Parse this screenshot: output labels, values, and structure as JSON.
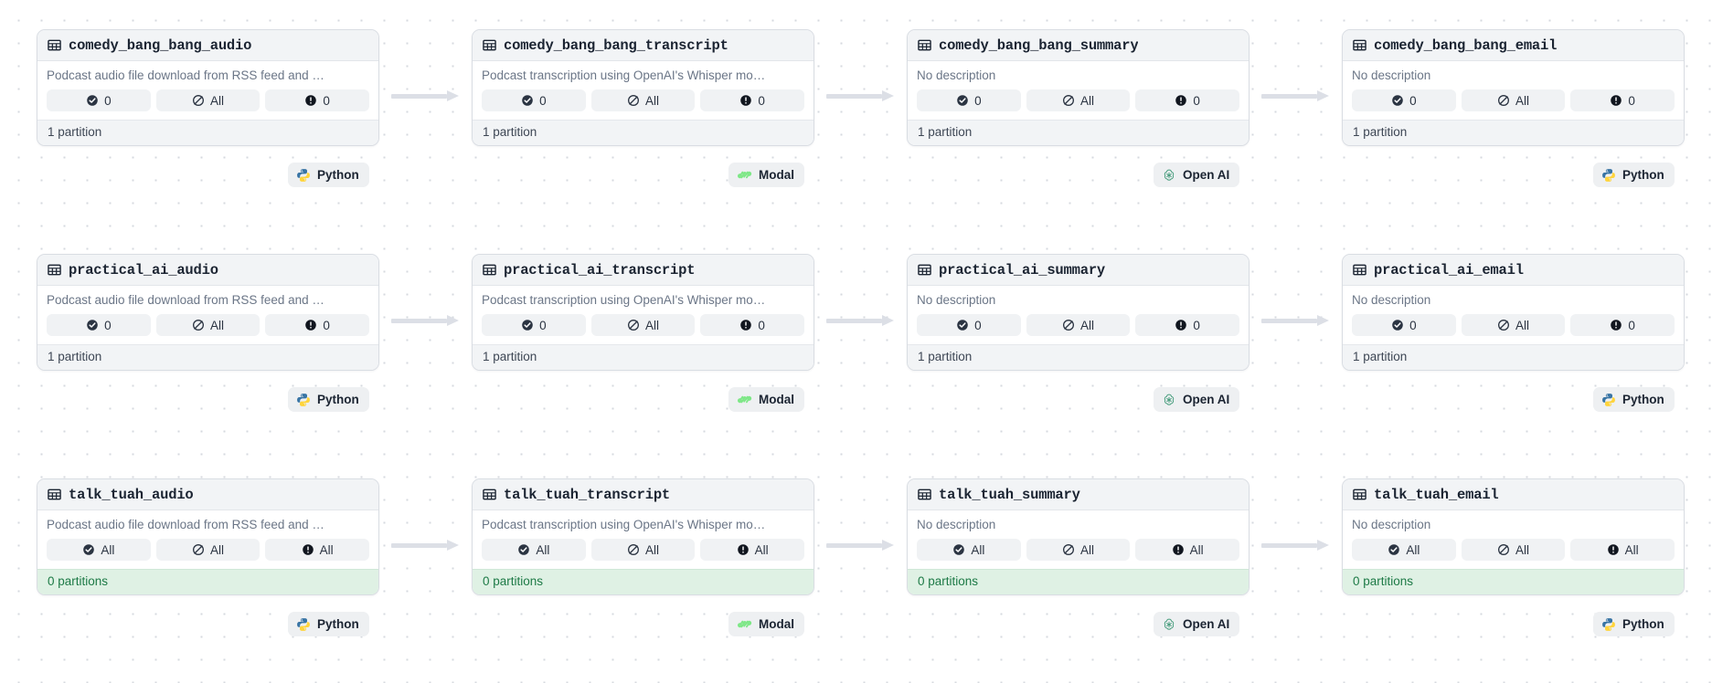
{
  "canvas": {
    "background": "#ffffff",
    "dot_color": "#d6d9df",
    "arrow_color": "#dcdfe6"
  },
  "labels": {
    "no_description": "No description",
    "audio_description": "Podcast audio file download from RSS feed and …",
    "transcript_description": "Podcast transcription using OpenAI's Whisper mo…",
    "partition_singular": "1 partition",
    "partition_zero": "0 partitions",
    "count_zero": "0",
    "count_all": "All"
  },
  "tech": {
    "python": "Python",
    "modal": "Modal",
    "openai": "Open AI"
  },
  "colors": {
    "stale_footer_bg": "#dff1e4",
    "stale_footer_text": "#1d7a46",
    "header_bg": "#f2f4f6",
    "badge_bg": "#f0f2f4",
    "python_blue": "#3874a4",
    "python_yellow": "#ffd43b",
    "modal_green": "#7ee787",
    "openai_green": "#4a9e7f"
  },
  "rows": [
    {
      "id": "comedy_bang_bang",
      "stale": false,
      "assets": [
        {
          "name": "comedy_bang_bang_audio",
          "description": "Podcast audio file download from RSS feed and …",
          "badges": [
            {
              "icon": "check-circle-icon",
              "value": "0"
            },
            {
              "icon": "no-entry-icon",
              "value": "All"
            },
            {
              "icon": "alert-circle-icon",
              "value": "0"
            }
          ],
          "footer": "1 partition",
          "tech": {
            "label": "Python",
            "icon": "python-icon"
          }
        },
        {
          "name": "comedy_bang_bang_transcript",
          "description": "Podcast transcription using OpenAI's Whisper mo…",
          "badges": [
            {
              "icon": "check-circle-icon",
              "value": "0"
            },
            {
              "icon": "no-entry-icon",
              "value": "All"
            },
            {
              "icon": "alert-circle-icon",
              "value": "0"
            }
          ],
          "footer": "1 partition",
          "tech": {
            "label": "Modal",
            "icon": "modal-icon"
          }
        },
        {
          "name": "comedy_bang_bang_summary",
          "description": "No description",
          "badges": [
            {
              "icon": "check-circle-icon",
              "value": "0"
            },
            {
              "icon": "no-entry-icon",
              "value": "All"
            },
            {
              "icon": "alert-circle-icon",
              "value": "0"
            }
          ],
          "footer": "1 partition",
          "tech": {
            "label": "Open AI",
            "icon": "openai-icon"
          }
        },
        {
          "name": "comedy_bang_bang_email",
          "description": "No description",
          "badges": [
            {
              "icon": "check-circle-icon",
              "value": "0"
            },
            {
              "icon": "no-entry-icon",
              "value": "All"
            },
            {
              "icon": "alert-circle-icon",
              "value": "0"
            }
          ],
          "footer": "1 partition",
          "tech": {
            "label": "Python",
            "icon": "python-icon"
          }
        }
      ]
    },
    {
      "id": "practical_ai",
      "stale": false,
      "assets": [
        {
          "name": "practical_ai_audio",
          "description": "Podcast audio file download from RSS feed and …",
          "badges": [
            {
              "icon": "check-circle-icon",
              "value": "0"
            },
            {
              "icon": "no-entry-icon",
              "value": "All"
            },
            {
              "icon": "alert-circle-icon",
              "value": "0"
            }
          ],
          "footer": "1 partition",
          "tech": {
            "label": "Python",
            "icon": "python-icon"
          }
        },
        {
          "name": "practical_ai_transcript",
          "description": "Podcast transcription using OpenAI's Whisper mo…",
          "badges": [
            {
              "icon": "check-circle-icon",
              "value": "0"
            },
            {
              "icon": "no-entry-icon",
              "value": "All"
            },
            {
              "icon": "alert-circle-icon",
              "value": "0"
            }
          ],
          "footer": "1 partition",
          "tech": {
            "label": "Modal",
            "icon": "modal-icon"
          }
        },
        {
          "name": "practical_ai_summary",
          "description": "No description",
          "badges": [
            {
              "icon": "check-circle-icon",
              "value": "0"
            },
            {
              "icon": "no-entry-icon",
              "value": "All"
            },
            {
              "icon": "alert-circle-icon",
              "value": "0"
            }
          ],
          "footer": "1 partition",
          "tech": {
            "label": "Open AI",
            "icon": "openai-icon"
          }
        },
        {
          "name": "practical_ai_email",
          "description": "No description",
          "badges": [
            {
              "icon": "check-circle-icon",
              "value": "0"
            },
            {
              "icon": "no-entry-icon",
              "value": "All"
            },
            {
              "icon": "alert-circle-icon",
              "value": "0"
            }
          ],
          "footer": "1 partition",
          "tech": {
            "label": "Python",
            "icon": "python-icon"
          }
        }
      ]
    },
    {
      "id": "talk_tuah",
      "stale": true,
      "assets": [
        {
          "name": "talk_tuah_audio",
          "description": "Podcast audio file download from RSS feed and …",
          "badges": [
            {
              "icon": "check-circle-icon",
              "value": "All"
            },
            {
              "icon": "no-entry-icon",
              "value": "All"
            },
            {
              "icon": "alert-circle-icon",
              "value": "All"
            }
          ],
          "footer": "0 partitions",
          "tech": {
            "label": "Python",
            "icon": "python-icon"
          }
        },
        {
          "name": "talk_tuah_transcript",
          "description": "Podcast transcription using OpenAI's Whisper mo…",
          "badges": [
            {
              "icon": "check-circle-icon",
              "value": "All"
            },
            {
              "icon": "no-entry-icon",
              "value": "All"
            },
            {
              "icon": "alert-circle-icon",
              "value": "All"
            }
          ],
          "footer": "0 partitions",
          "tech": {
            "label": "Modal",
            "icon": "modal-icon"
          }
        },
        {
          "name": "talk_tuah_summary",
          "description": "No description",
          "badges": [
            {
              "icon": "check-circle-icon",
              "value": "All"
            },
            {
              "icon": "no-entry-icon",
              "value": "All"
            },
            {
              "icon": "alert-circle-icon",
              "value": "All"
            }
          ],
          "footer": "0 partitions",
          "tech": {
            "label": "Open AI",
            "icon": "openai-icon"
          }
        },
        {
          "name": "talk_tuah_email",
          "description": "No description",
          "badges": [
            {
              "icon": "check-circle-icon",
              "value": "All"
            },
            {
              "icon": "no-entry-icon",
              "value": "All"
            },
            {
              "icon": "alert-circle-icon",
              "value": "All"
            }
          ],
          "footer": "0 partitions",
          "tech": {
            "label": "Python",
            "icon": "python-icon"
          }
        }
      ]
    }
  ]
}
